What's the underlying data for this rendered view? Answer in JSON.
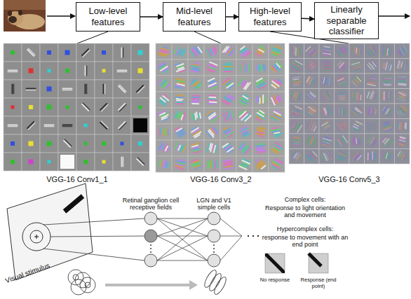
{
  "diagram": {
    "nodes": [
      {
        "text": [
          "Low-level features"
        ]
      },
      {
        "text": [
          "Mid-level features"
        ]
      },
      {
        "text": [
          "High-level features"
        ]
      },
      {
        "text": [
          "Linearly separable classifier"
        ]
      }
    ],
    "edges": [
      {
        "from": 0,
        "to": 1,
        "arrow": "to"
      },
      {
        "from": 1,
        "to": 2,
        "arrow": "to"
      },
      {
        "from": 2,
        "to": 3,
        "arrow": "to"
      }
    ],
    "labels": [
      "VGG-16 Conv1_1",
      "VGG-16 Conv3_2",
      "VGG-16 Conv5_3",
      "Visual stimulus",
      "Retinal ganglion cell receptive fields",
      "LGN and V1 simple cells",
      "Complex cells:",
      "Response to light orientation and movement",
      "Hypercomplex cells:",
      "response to movement with an end point",
      "No response",
      "Response (end point)"
    ]
  }
}
